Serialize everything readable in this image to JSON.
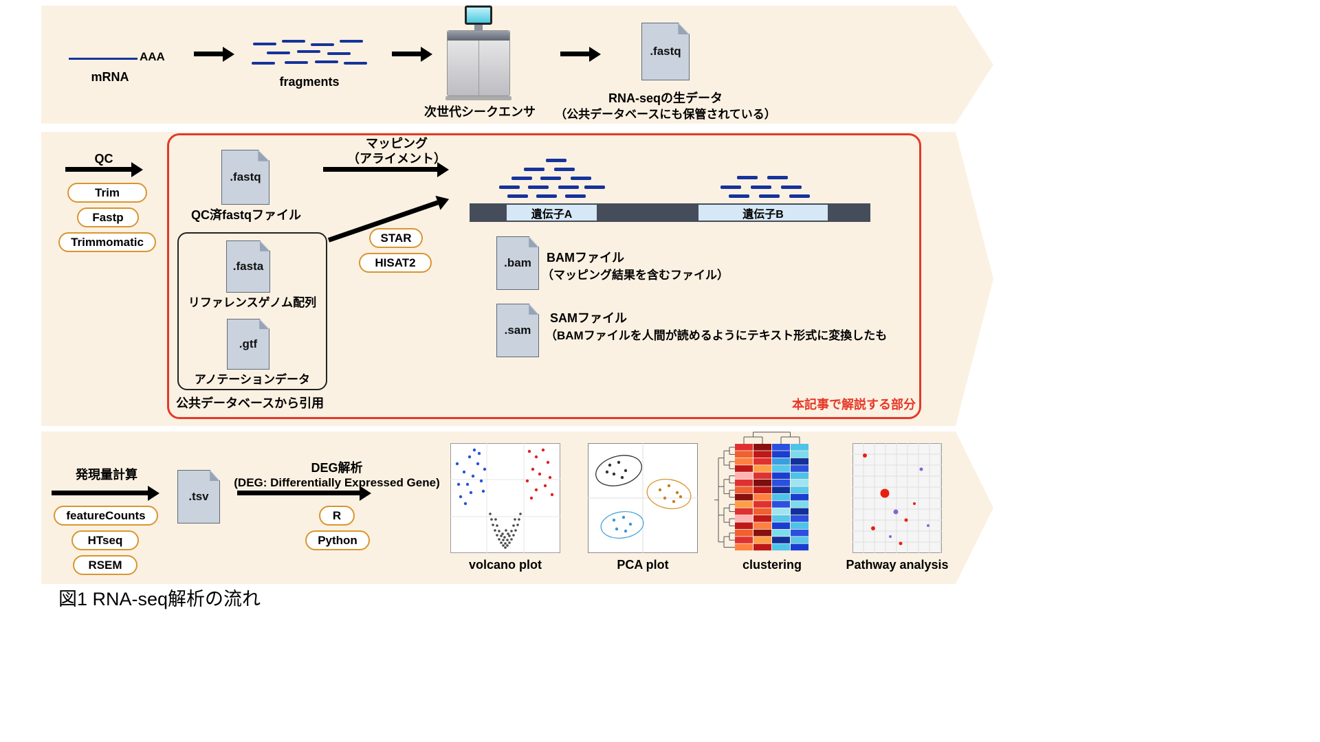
{
  "colors": {
    "band_bg": "#FBF1E2",
    "accent_red": "#E53828",
    "pill_border": "#D9952F",
    "file_fill": "#C9D2DD",
    "read_navy": "#16339B",
    "track_dark": "#454D5B",
    "gene_fill": "#D6E7F5"
  },
  "caption": "図1 RNA-seq解析の流れ",
  "band1": {
    "mrna_aaa": "AAA",
    "mrna_label": "mRNA",
    "fragments_label": "fragments",
    "sequencer_label": "次世代シークエンサ",
    "fastq_file_label": ".fastq",
    "raw_caption_line1": "RNA-seqの生データ",
    "raw_caption_line2": "（公共データベースにも保管されている）"
  },
  "band2": {
    "qc_label": "QC",
    "qc_tools": [
      "Trim",
      "Fastp",
      "Trimmomatic"
    ],
    "fastq_file_label": ".fastq",
    "fastq_caption": "QC済fastqファイル",
    "mapping_line1": "マッピング",
    "mapping_line2": "（アライメント）",
    "fasta_file_label": ".fasta",
    "fasta_caption": "リファレンスゲノム配列",
    "gtf_file_label": ".gtf",
    "gtf_caption": "アノテーションデータ",
    "reference_source": "公共データベースから引用",
    "aligner_tools": [
      "STAR",
      "HISAT2"
    ],
    "gene_a": "遺伝子A",
    "gene_b": "遺伝子B",
    "bam_file_label": ".bam",
    "bam_caption_line1": "BAMファイル",
    "bam_caption_line2": "（マッピング結果を含むファイル）",
    "sam_file_label": ".sam",
    "sam_caption_line1": "SAMファイル",
    "sam_caption_line2": "（BAMファイルを人間が読めるようにテキスト形式に変換したも",
    "highlight_note": "本記事で解説する部分"
  },
  "band3": {
    "quant_label": "発現量計算",
    "quant_tools": [
      "featureCounts",
      "HTseq",
      "RSEM"
    ],
    "tsv_file_label": ".tsv",
    "deg_line1": "DEG解析",
    "deg_line2": "(DEG: Differentially Expressed Gene)",
    "deg_tools": [
      "R",
      "Python"
    ],
    "plot_labels": [
      "volcano plot",
      "PCA plot",
      "clustering",
      "Pathway analysis"
    ]
  }
}
